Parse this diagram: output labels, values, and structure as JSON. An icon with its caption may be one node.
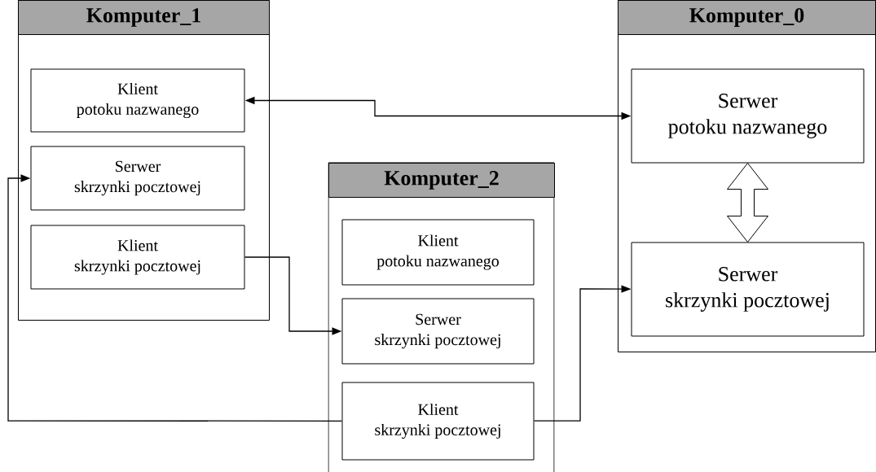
{
  "diagram": {
    "nodes": [
      {
        "text": [
          "Komputer_1"
        ]
      },
      {
        "text": [
          "Klient potoku nazwanego"
        ],
        "in": 0
      },
      {
        "text": [
          "Serwer skrzynki pocztowej"
        ],
        "in": 0
      },
      {
        "text": [
          "Klient skrzynki pocztowej"
        ],
        "in": 0
      },
      {
        "text": [
          "Komputer_0"
        ]
      },
      {
        "text": [
          "Serwer potoku nazwanego"
        ],
        "in": 4
      },
      {
        "text": [
          "Serwer skrzynki pocztowej"
        ],
        "in": 4
      },
      {
        "text": [
          "Komputer_2"
        ]
      },
      {
        "text": [
          "Klient potoku nazwanego"
        ],
        "in": 7
      },
      {
        "text": [
          "Serwer skrzynki pocztowej"
        ],
        "in": 7
      },
      {
        "text": [
          "Klient skrzynki pocztowej"
        ],
        "in": 7
      }
    ],
    "edges": [
      {
        "from": 1,
        "to": 5,
        "arrow": "both"
      },
      {
        "from": 5,
        "to": 6,
        "arrow": "both",
        "style": "thick"
      },
      {
        "from": 3,
        "to": 9,
        "arrow": "to"
      },
      {
        "from": 10,
        "to": 2,
        "arrow": "to"
      },
      {
        "from": 10,
        "to": 6,
        "arrow": "to"
      }
    ]
  }
}
